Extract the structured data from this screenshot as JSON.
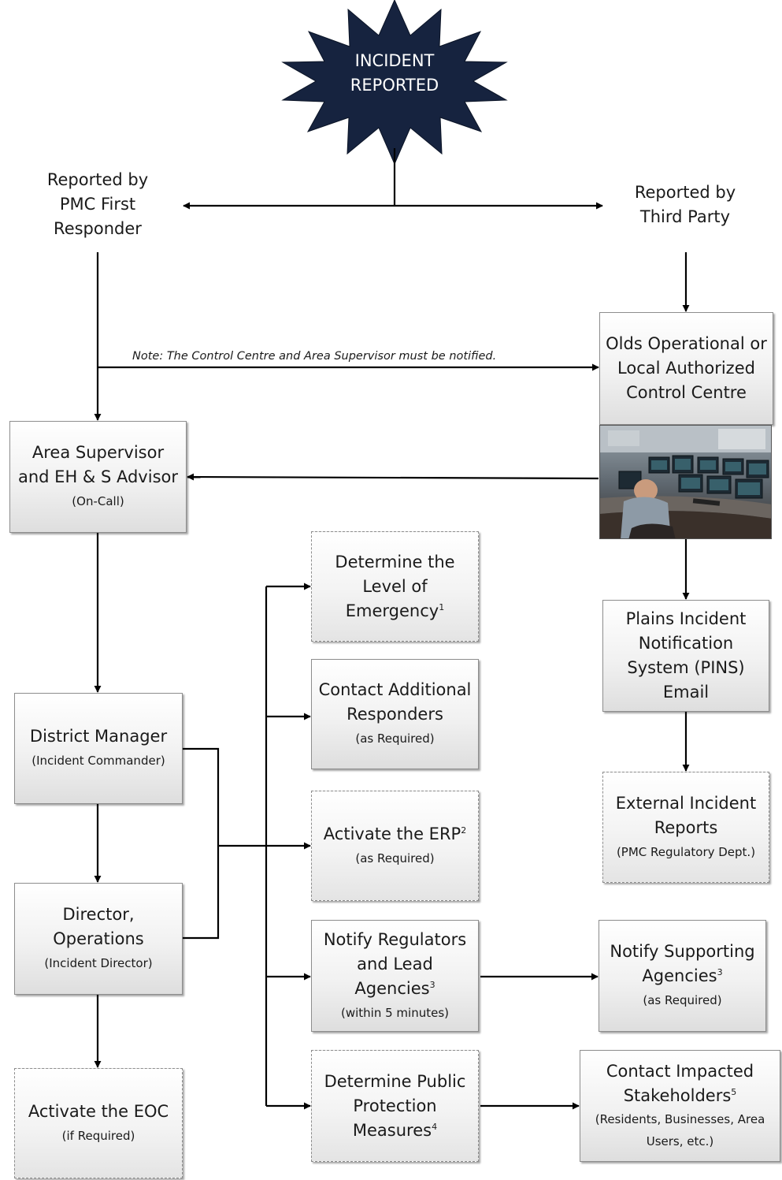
{
  "incident": {
    "line1": "INCIDENT",
    "line2": "REPORTED"
  },
  "reported_left": {
    "line1": "Reported by",
    "line2": "PMC First",
    "line3": "Responder"
  },
  "reported_right": {
    "line1": "Reported by",
    "line2": "Third Party"
  },
  "note": "Note: The Control Centre and Area Supervisor must be notified.",
  "control_centre": {
    "line1": "Olds Operational or",
    "line2": "Local Authorized",
    "line3": "Control Centre"
  },
  "area_supervisor": {
    "line1": "Area Supervisor",
    "line2": "and EH & S Advisor",
    "sub": "(On-Call)"
  },
  "determine_level": {
    "line1": "Determine the",
    "line2": "Level of",
    "line3": "Emergency",
    "sup": "1"
  },
  "pins": {
    "line1": "Plains Incident",
    "line2": "Notification",
    "line3": "System (PINS)",
    "line4": "Email"
  },
  "contact_responders": {
    "line1": "Contact Additional",
    "line2": "Responders",
    "sub": "(as Required)"
  },
  "district_manager": {
    "line1": "District Manager",
    "sub": "(Incident Commander)"
  },
  "external_reports": {
    "line1": "External Incident",
    "line2": "Reports",
    "sub": "(PMC Regulatory Dept.)"
  },
  "activate_erp": {
    "line1": "Activate the ERP",
    "sup": "2",
    "sub": "(as Required)"
  },
  "director": {
    "line1": "Director,",
    "line2": "Operations",
    "sub": "(Incident Director)"
  },
  "notify_regulators": {
    "line1": "Notify Regulators",
    "line2": "and Lead",
    "line3": "Agencies",
    "sup": "3",
    "sub": "(within 5 minutes)"
  },
  "notify_supporting": {
    "line1": "Notify Supporting",
    "line2": "Agencies",
    "sup": "3",
    "sub": "(as Required)"
  },
  "activate_eoc": {
    "line1": "Activate the EOC",
    "sub": "(if Required)"
  },
  "public_protection": {
    "line1": "Determine Public",
    "line2": "Protection",
    "line3": "Measures",
    "sup": "4"
  },
  "stakeholders": {
    "line1": "Contact Impacted",
    "line2": "Stakeholders",
    "sup": "5",
    "sub1": "(Residents, Businesses, Area",
    "sub2": "Users, etc.)"
  },
  "colors": {
    "burst": "#16233f",
    "line": "#000000",
    "box_border": "#8d8d8d"
  }
}
